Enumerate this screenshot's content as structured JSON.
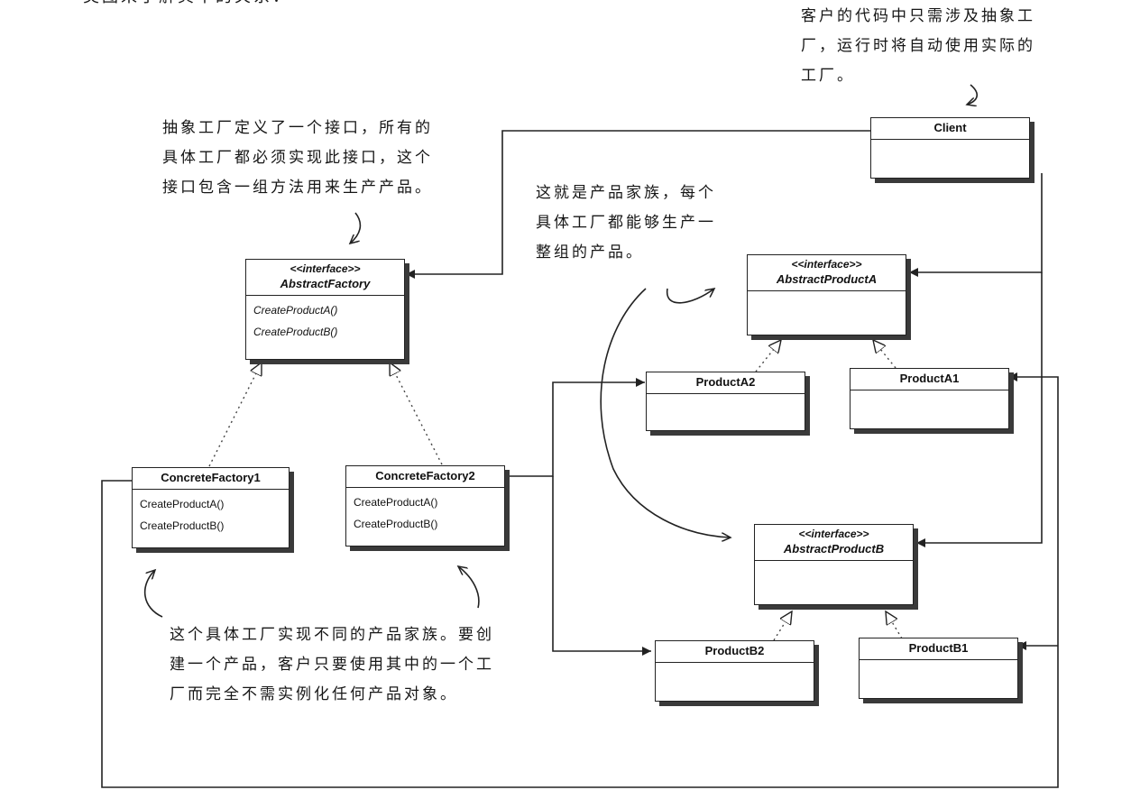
{
  "top_fragment": "类图来了解其中的关系：",
  "notes": {
    "client_note": [
      "客户的代码中只需涉及抽象工",
      "厂，运行时将自动使用实际的",
      "工厂。"
    ],
    "abstract_factory_note": [
      "抽象工厂定义了一个接口，所有的",
      "具体工厂都必须实现此接口，这个",
      "接口包含一组方法用来生产产品。"
    ],
    "product_family_note": [
      "这就是产品家族，每个",
      "具体工厂都能够生产一",
      "整组的产品。"
    ],
    "concrete_factory_note": [
      "这个具体工厂实现不同的产品家族。要创",
      "建一个产品，客户只要使用其中的一个工",
      "厂而完全不需实例化任何产品对象。"
    ]
  },
  "classes": {
    "client": {
      "name": "Client"
    },
    "abstract_factory": {
      "stereotype": "<<interface>>",
      "name": "AbstractFactory",
      "ops": [
        "CreateProductA()",
        "CreateProductB()"
      ]
    },
    "abstract_product_a": {
      "stereotype": "<<interface>>",
      "name": "AbstractProductA"
    },
    "abstract_product_b": {
      "stereotype": "<<interface>>",
      "name": "AbstractProductB"
    },
    "product_a2": {
      "name": "ProductA2"
    },
    "product_a1": {
      "name": "ProductA1"
    },
    "product_b2": {
      "name": "ProductB2"
    },
    "product_b1": {
      "name": "ProductB1"
    },
    "concrete_factory_1": {
      "name": "ConcreteFactory1",
      "ops": [
        "CreateProductA()",
        "CreateProductB()"
      ]
    },
    "concrete_factory_2": {
      "name": "ConcreteFactory2",
      "ops": [
        "CreateProductA()",
        "CreateProductB()"
      ]
    }
  }
}
